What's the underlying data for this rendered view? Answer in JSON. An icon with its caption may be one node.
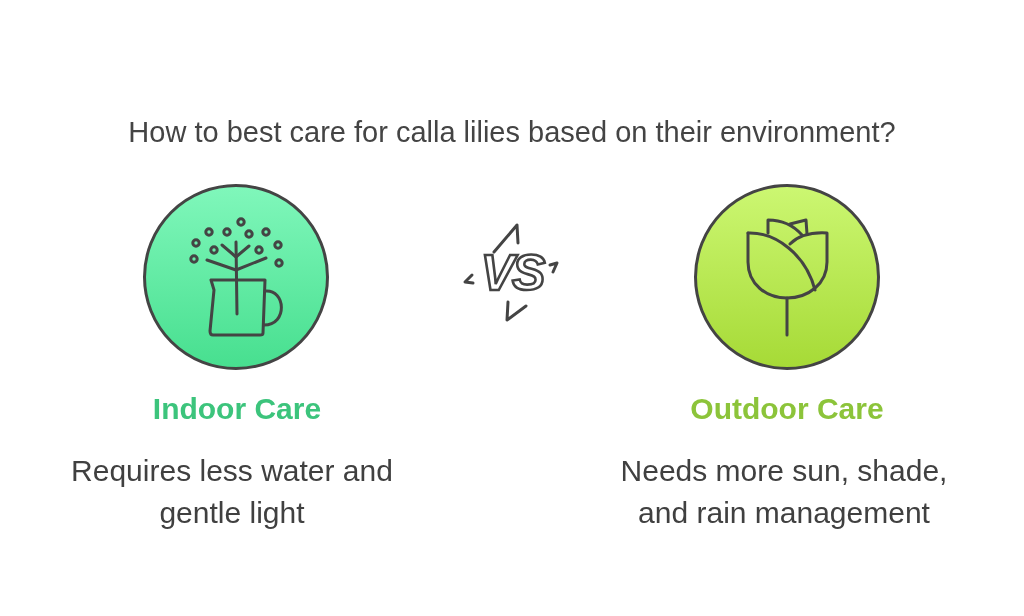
{
  "diagram": {
    "title": "How to best care for calla lilies based on their environment?",
    "labels": [
      "Indoor Care",
      "Requires less water and gentle light",
      "VS",
      "Outdoor Care",
      "Needs more sun, shade, and rain management"
    ]
  }
}
